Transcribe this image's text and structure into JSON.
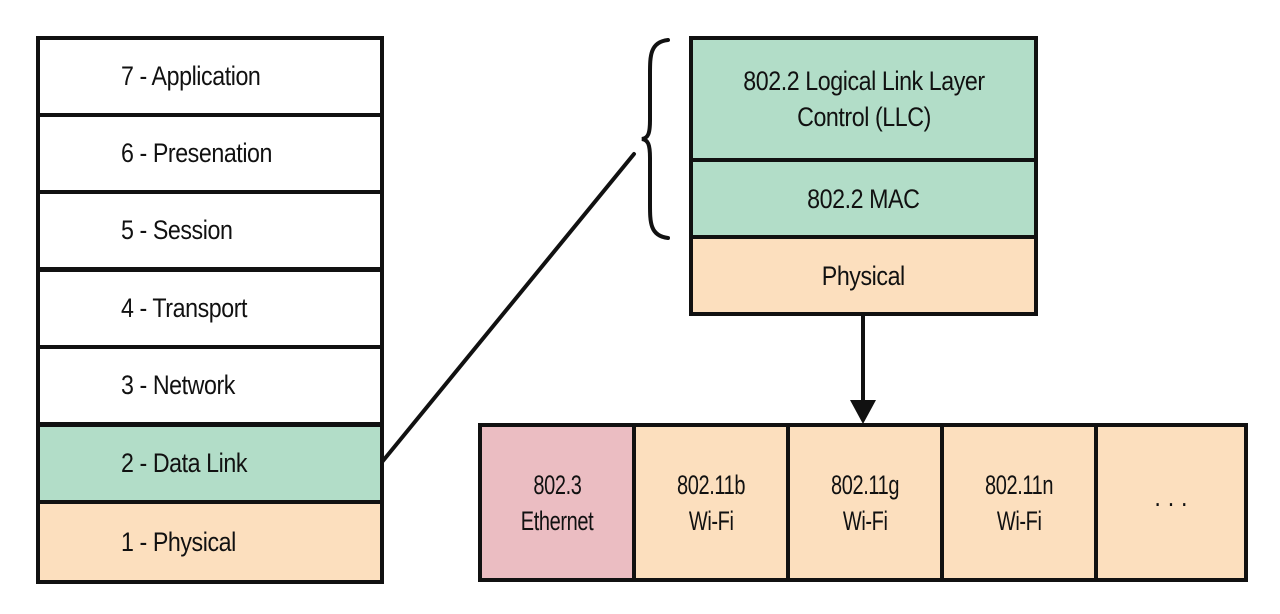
{
  "osi_stack": {
    "layers": [
      {
        "label": "7 - Application",
        "color": "#ffffff"
      },
      {
        "label": "6 - Presenation",
        "color": "#ffffff"
      },
      {
        "label": "5 - Session",
        "color": "#ffffff"
      },
      {
        "label": "4 - Transport",
        "color": "#ffffff"
      },
      {
        "label": "3 - Network",
        "color": "#ffffff"
      },
      {
        "label": "2 - Data Link",
        "color": "#b2ddc8"
      },
      {
        "label": "1 - Physical",
        "color": "#fcdfbe"
      }
    ]
  },
  "detail_stack": {
    "rows": [
      {
        "label": "802.2 Logical Link Layer Control (LLC)",
        "color": "#b2ddc8"
      },
      {
        "label": "802.2 MAC",
        "color": "#b2ddc8"
      },
      {
        "label": "Physical",
        "color": "#fcdfbe"
      }
    ]
  },
  "physical_variants": {
    "cells": [
      {
        "line1": "802.3",
        "line2": "Ethernet",
        "color": "#ebbdc2"
      },
      {
        "line1": "802.11b",
        "line2": "Wi-Fi",
        "color": "#fcdfbe"
      },
      {
        "line1": "802.11g",
        "line2": "Wi-Fi",
        "color": "#fcdfbe"
      },
      {
        "line1": "802.11n",
        "line2": "Wi-Fi",
        "color": "#fcdfbe"
      },
      {
        "line1": "· · ·",
        "line2": "",
        "color": "#fcdfbe"
      }
    ]
  },
  "colors": {
    "data_link": "#b2ddc8",
    "physical": "#fcdfbe",
    "ethernet": "#ebbdc2",
    "stroke": "#111111"
  }
}
